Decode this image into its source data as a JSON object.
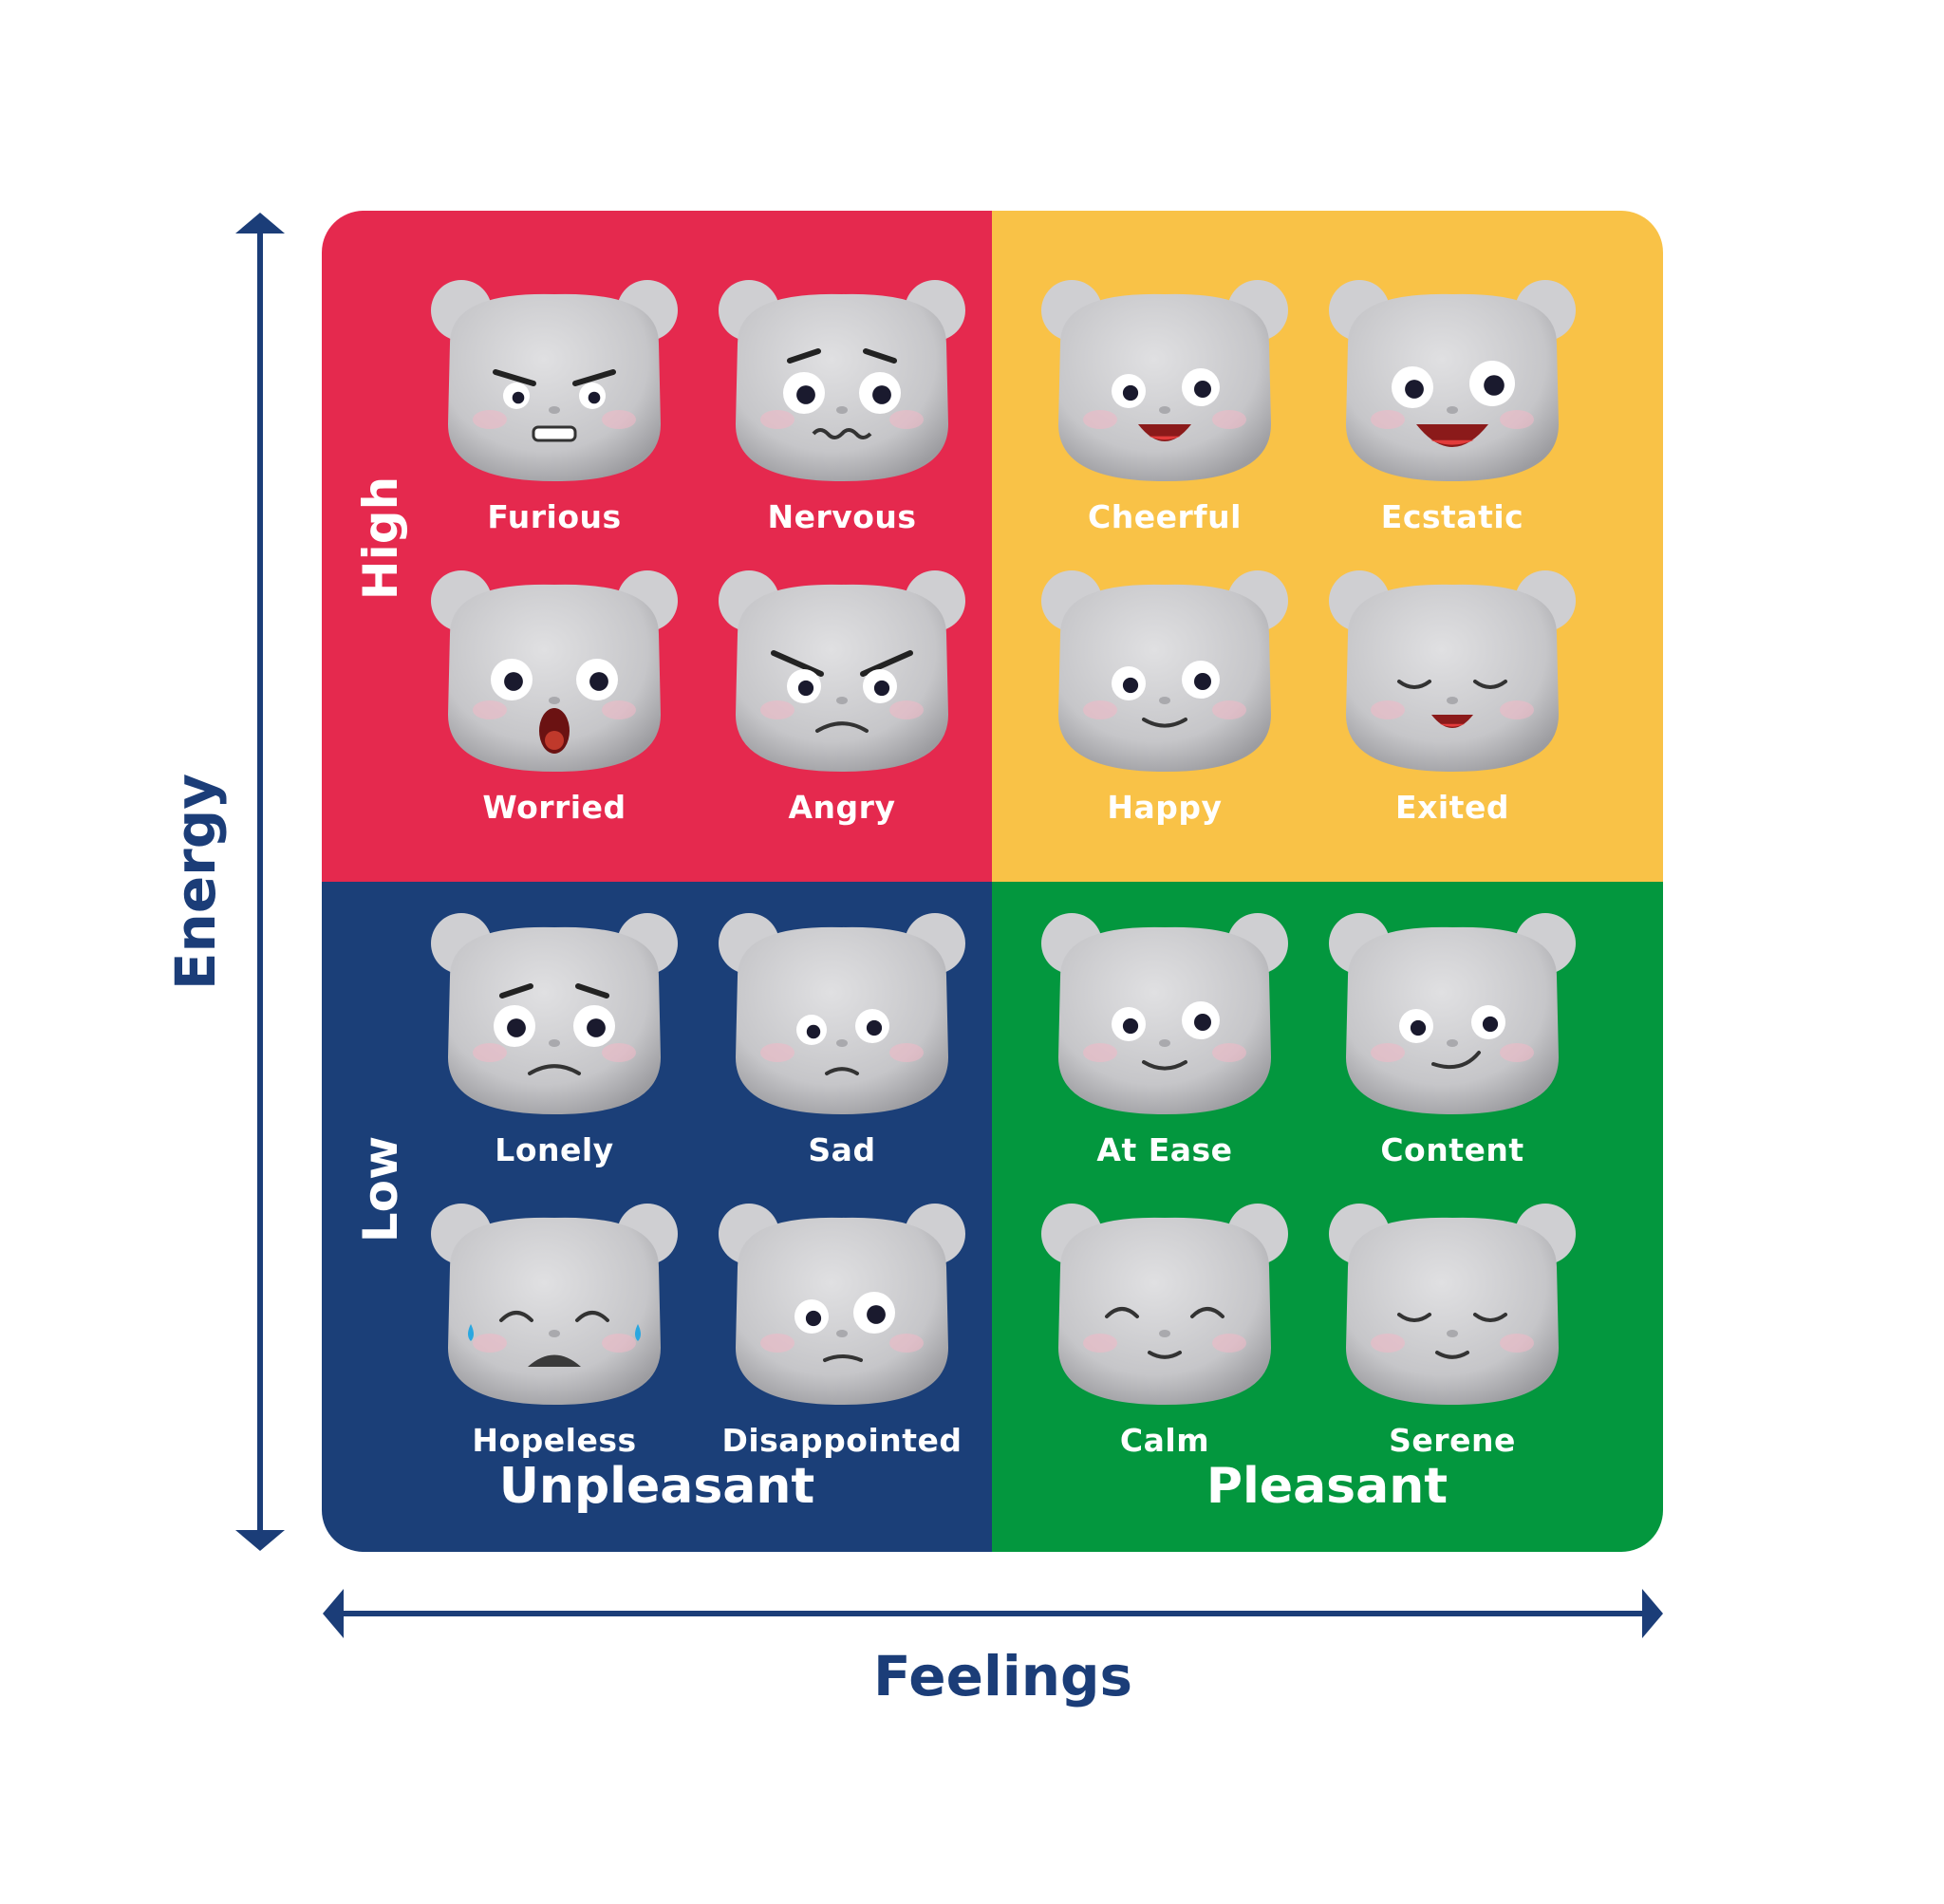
{
  "axes": {
    "y_title": "Energy",
    "x_title": "Feelings",
    "color": "#1b3d78"
  },
  "levels": {
    "high": "High",
    "low": "Low"
  },
  "valence": {
    "unpleasant": "Unpleasant",
    "pleasant": "Pleasant"
  },
  "quadrants": {
    "high_unpleasant": {
      "color": "#e5294e",
      "emotions": [
        "Furious",
        "Nervous",
        "Worried",
        "Angry"
      ]
    },
    "high_pleasant": {
      "color": "#f9c247",
      "emotions": [
        "Cheerful",
        "Ecstatic",
        "Happy",
        "Exited"
      ]
    },
    "low_unpleasant": {
      "color": "#1b3f78",
      "emotions": [
        "Lonely",
        "Sad",
        "Hopeless",
        "Disappointed"
      ]
    },
    "low_pleasant": {
      "color": "#03973e",
      "emotions": [
        "At Ease",
        "Content",
        "Calm",
        "Serene"
      ]
    }
  },
  "faces": {
    "Furious": "furious-face",
    "Nervous": "nervous-face",
    "Worried": "worried-face",
    "Angry": "angry-face",
    "Cheerful": "cheerful-face",
    "Ecstatic": "ecstatic-face",
    "Happy": "happy-face",
    "Exited": "exited-face",
    "Lonely": "lonely-face",
    "Sad": "sad-face",
    "Hopeless": "hopeless-face",
    "Disappointed": "disappointed-face",
    "At Ease": "at-ease-face",
    "Content": "content-face",
    "Calm": "calm-face",
    "Serene": "serene-face"
  }
}
